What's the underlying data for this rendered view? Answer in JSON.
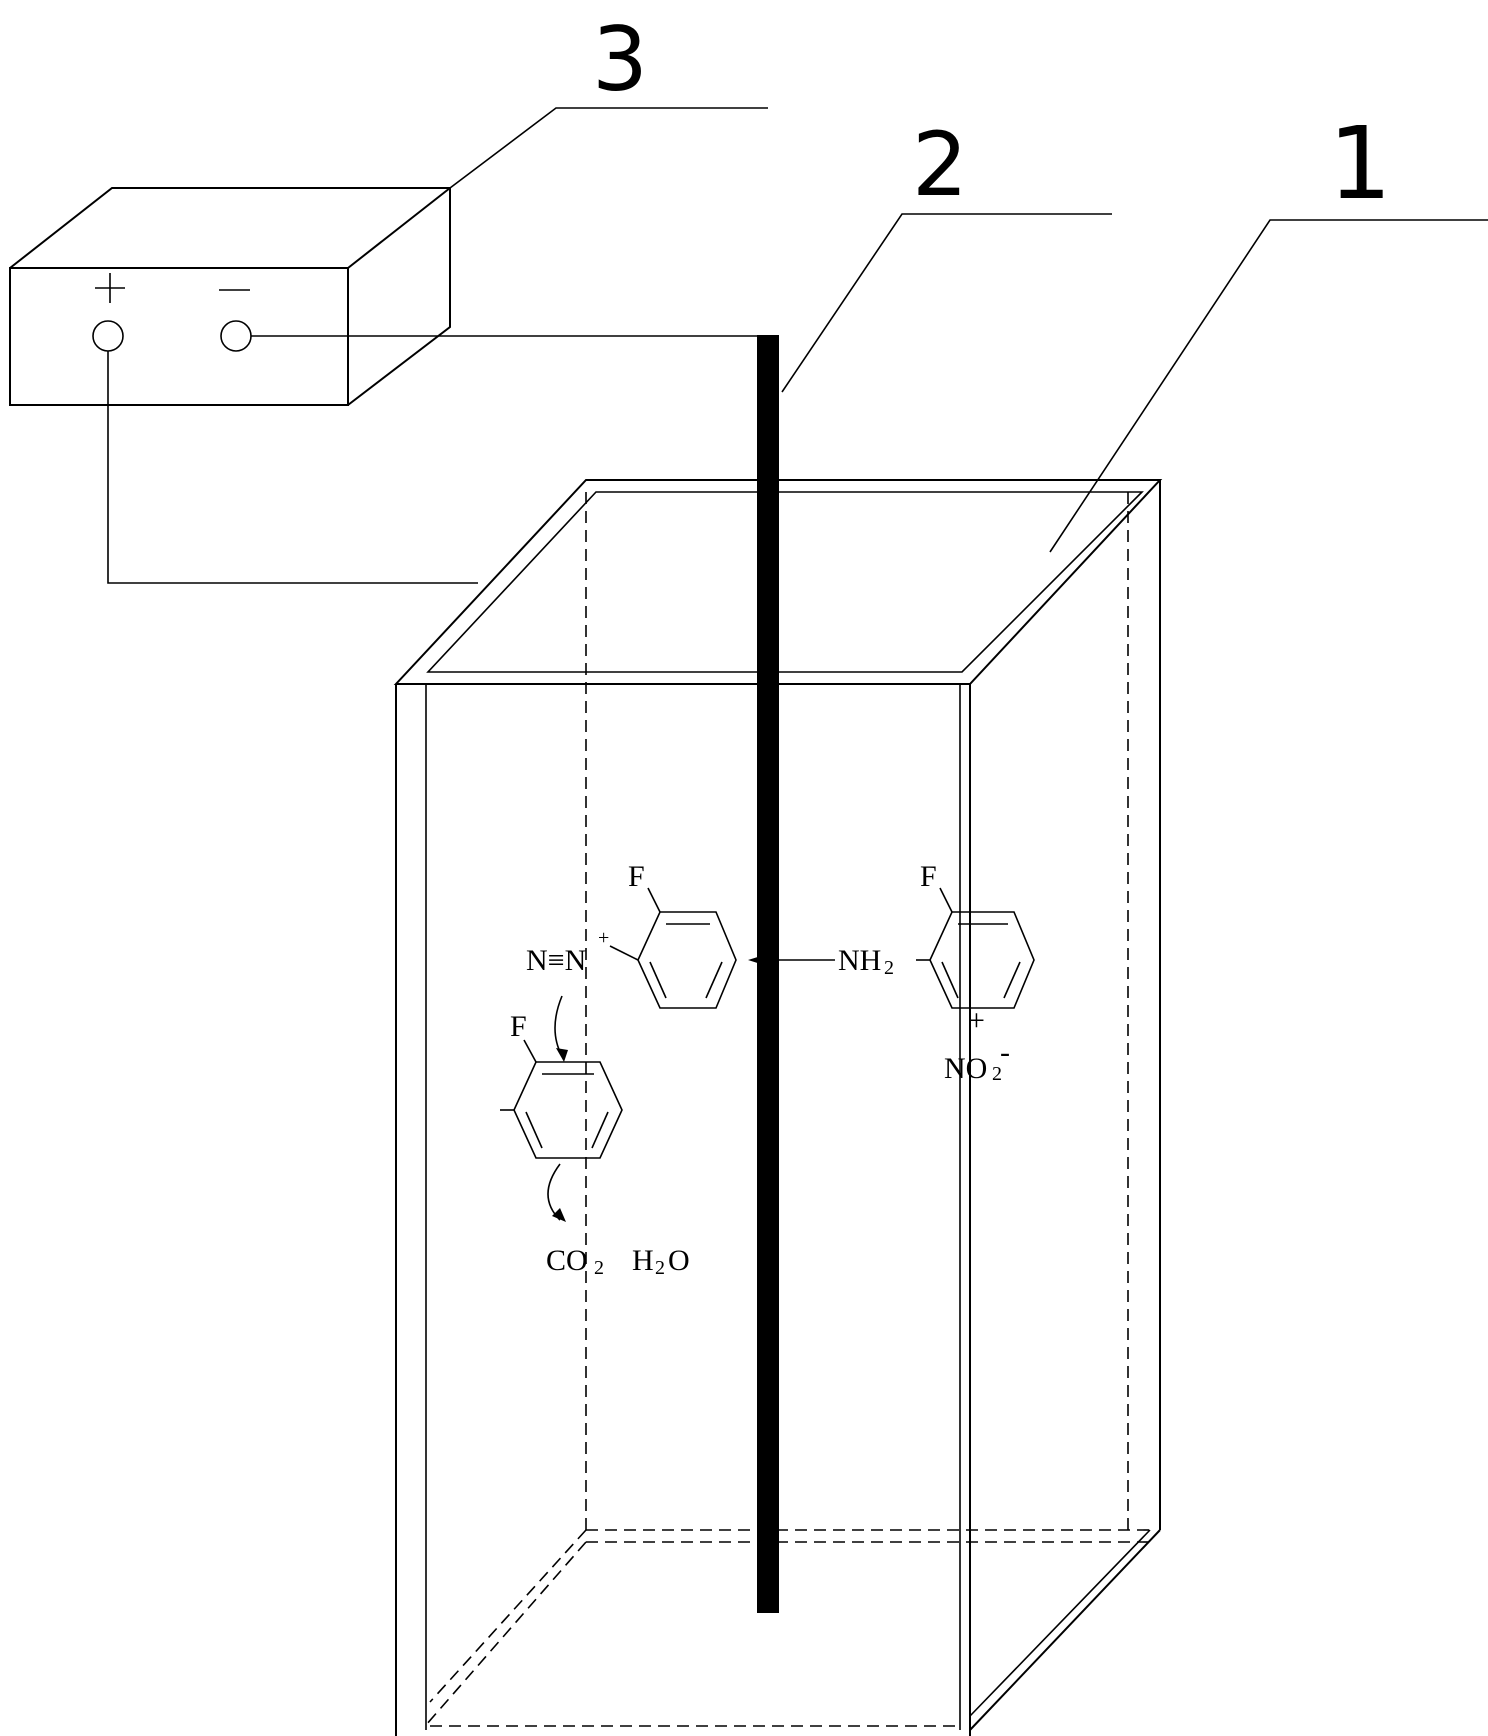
{
  "callouts": {
    "tank": "1",
    "electrode": "2",
    "power_supply": "3"
  },
  "power_supply": {
    "positive_symbol": "+",
    "negative_symbol": "−"
  },
  "reactant": {
    "substituent_top": "F",
    "amine_N": "NH",
    "amine_sub": "2",
    "nitrite_plus": "+",
    "nitrite_N": "NO",
    "nitrite_sub": "2",
    "nitrite_minus": "-"
  },
  "diazonium": {
    "substituent_top": "F",
    "triple_bond": "N≡N",
    "charge": "+"
  },
  "intermediate": {
    "substituent_top": "F"
  },
  "products": {
    "co2_main": "CO",
    "co2_sub": "2",
    "h2o_h": "H",
    "h2o_sub": "2",
    "h2o_o": "O"
  }
}
